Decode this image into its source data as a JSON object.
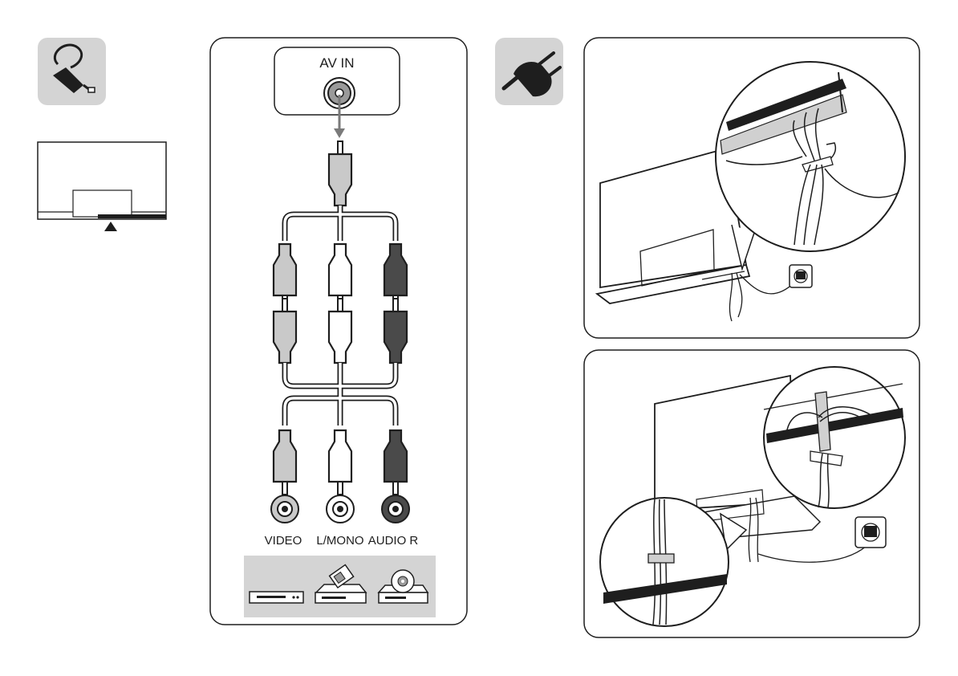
{
  "av_panel": {
    "port_label": "AV IN",
    "jacks": [
      "VIDEO",
      "L/MONO",
      "AUDIO R"
    ]
  },
  "icons": {
    "cable": "cable-plug-icon",
    "power": "power-plug-icon",
    "position_marker": "triangle-up-icon"
  },
  "devices": [
    "vcr-icon",
    "camcorder-icon",
    "dvd-player-icon"
  ],
  "colors": {
    "video": "#c9c9c9",
    "audio_left": "#ffffff",
    "audio_right": "#4a4a4a",
    "icon_bg": "#d4d4d4",
    "outline": "#1e1e1e"
  }
}
